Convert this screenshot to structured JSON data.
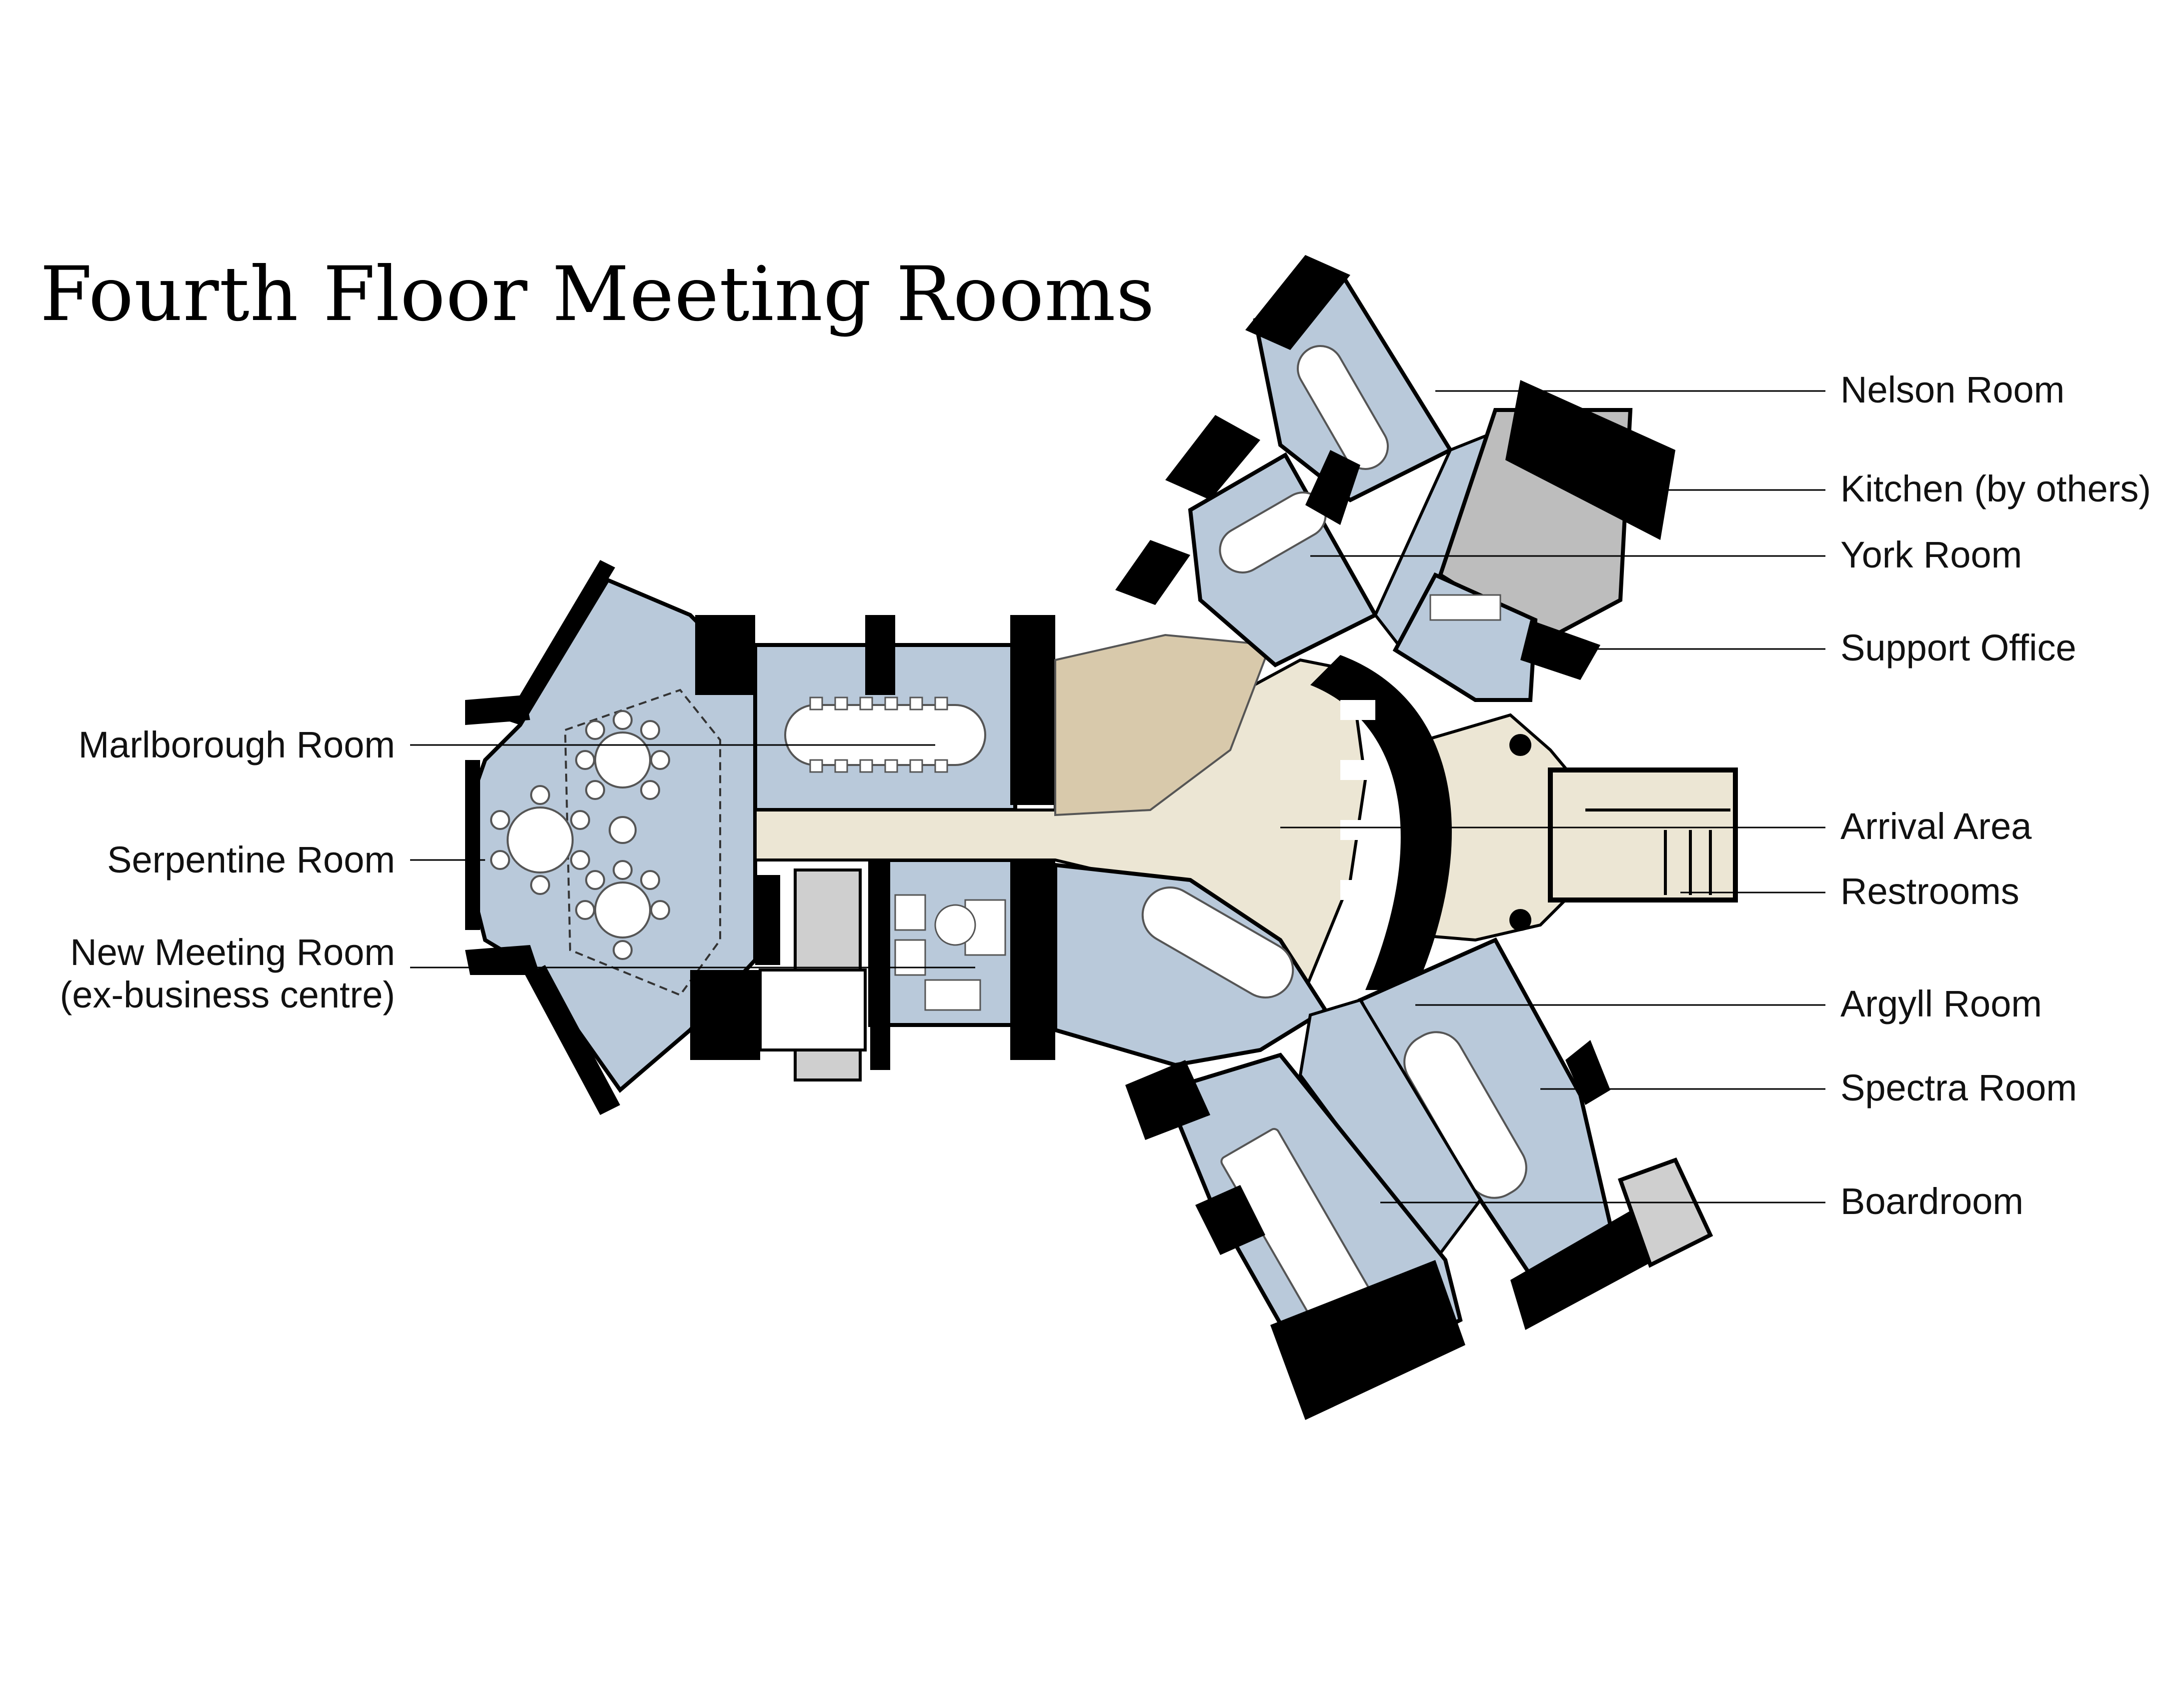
{
  "title": "Fourth Floor Meeting Rooms",
  "colors": {
    "room": "#b9c9da",
    "wall": "#000000",
    "corridor": "#ece6d4",
    "wood": "#d8c9ab",
    "kitchen": "#bdbdbd",
    "furniture": "#ffffff"
  },
  "labels_left": [
    {
      "id": "marlborough",
      "text": "Marlborough Room"
    },
    {
      "id": "serpentine",
      "text": "Serpentine Room"
    },
    {
      "id": "new-meeting",
      "text": "New Meeting Room"
    },
    {
      "id": "new-meeting-sub",
      "text": "(ex-business centre)"
    }
  ],
  "labels_right": [
    {
      "id": "nelson",
      "text": "Nelson Room"
    },
    {
      "id": "kitchen",
      "text": "Kitchen (by others)"
    },
    {
      "id": "york",
      "text": "York Room"
    },
    {
      "id": "support",
      "text": "Support Office"
    },
    {
      "id": "arrival",
      "text": "Arrival Area"
    },
    {
      "id": "restrooms",
      "text": "Restrooms"
    },
    {
      "id": "argyll",
      "text": "Argyll Room"
    },
    {
      "id": "spectra",
      "text": "Spectra Room"
    },
    {
      "id": "boardroom",
      "text": "Boardroom"
    }
  ]
}
